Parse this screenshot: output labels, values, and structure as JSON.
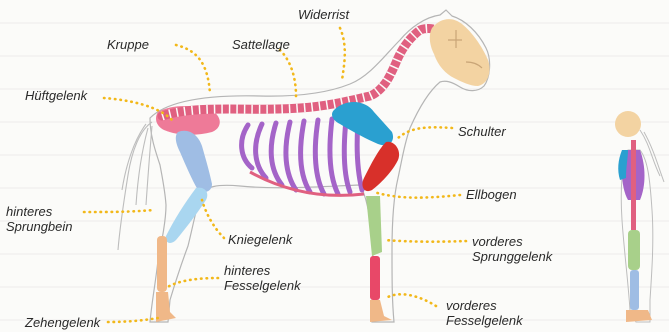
{
  "labels": {
    "widerrist": "Widerrist",
    "kruppe": "Kruppe",
    "sattellage": "Sattellage",
    "hueftgelenk": "Hüftgelenk",
    "schulter": "Schulter",
    "hinteres_sprungbein": "hinteres\nSprungbein",
    "ellbogen": "Ellbogen",
    "kniegelenk": "Kniegelenk",
    "vorderes_sprunggelenk": "vorderes\nSprunggelenk",
    "hinteres_fesselgelenk": "hinteres\nFesselgelenk",
    "vorderes_fesselgelenk": "vorderes\nFesselgelenk",
    "zehengelenk": "Zehengelenk"
  },
  "colors": {
    "leader": "#f2b81a",
    "skull": "#f3d3a2",
    "spine": "#e06080",
    "ribs": "#a464c8",
    "scapula": "#2aa0d0",
    "humerus": "#d8302a",
    "pelvis": "#ee7a98",
    "femur": "#9fbde4",
    "tibia": "#a9d6f0",
    "foreleg": "#a8d08a",
    "cannon_front": "#e84868",
    "hoof": "#f0b888",
    "outline": "#b5b5b5"
  }
}
